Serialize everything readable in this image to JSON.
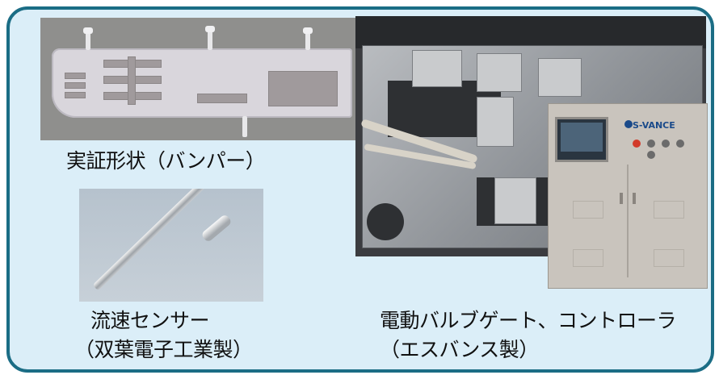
{
  "captions": {
    "bumper": "実証形状（バンパー）",
    "sensor_line1": "流速センサー",
    "sensor_line2": "（双葉電子工業製）",
    "valve_line1": "電動バルブゲート、コントローラ",
    "valve_line2": "（エスバンス製）"
  },
  "cabinet_logo": "S-VANCE",
  "colors": {
    "frame_border": "#1b6d85",
    "frame_fill": "#dbeef8"
  }
}
